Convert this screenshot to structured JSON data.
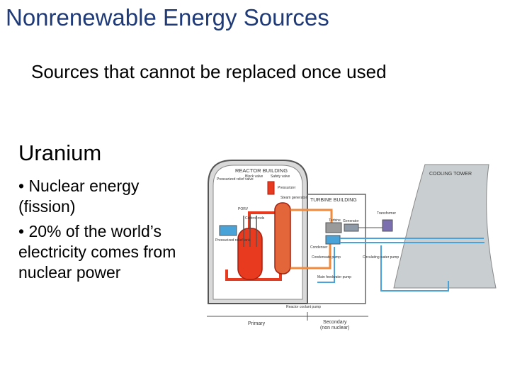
{
  "slide": {
    "title": "Nonrenewable Energy Sources",
    "subtitle": "Sources that cannot be replaced once used",
    "heading": "Uranium",
    "bullets": [
      "• Nuclear energy (fission)",
      "• 20% of the world’s electricity comes from nuclear power"
    ]
  },
  "diagram": {
    "labels": {
      "reactor_building": "REACTOR BUILDING",
      "turbine_building": "TURBINE BUILDING",
      "cooling_tower": "COOLING TOWER",
      "pressurized_relief_valve": "Pressurized relief valve",
      "block_valve": "Block valve",
      "safety_valve": "Safety valve",
      "pressurizer": "Pressurizer",
      "steam_generator": "Steam generator",
      "porv": "PORV",
      "control_rods": "Control rods",
      "pressurized_relief_tank": "Pressurized relief tank",
      "turbine": "Turbine",
      "generator": "Generator",
      "transformer": "Transformer",
      "condenser": "Condenser",
      "condensate_pump": "Condensate pump",
      "main_feedwater_pump": "Main feedwater pump",
      "circulating_water_pump": "Circulating water pump",
      "reactor_coolant_pump": "Reactor coolant pump",
      "primary": "Primary",
      "secondary": "Secondary",
      "non_nuclear": "(non nuclear)"
    },
    "colors": {
      "primary_loop": "#e83a1f",
      "secondary_loop": "#f08a3c",
      "cooling_water": "#4aa3d8",
      "tower": "#c9cfd1",
      "outline": "#555555"
    }
  }
}
